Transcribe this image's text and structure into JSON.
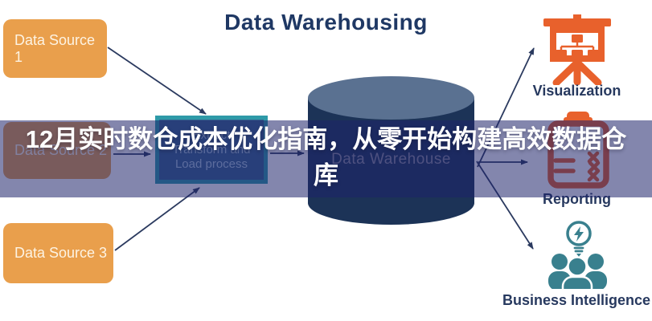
{
  "banner": {
    "line1": "12月实时数仓成本优化指南，从零开始构建高效数据仓",
    "line2": "库"
  },
  "diagram": {
    "title": "Data Warehousing",
    "sources": [
      {
        "label": "Data Source 1"
      },
      {
        "label": "Data Source 2"
      },
      {
        "label": "Data Source 3"
      }
    ],
    "etl": {
      "line1": "Extract",
      "line2": "Transform and",
      "line3": "Load process"
    },
    "warehouse": {
      "label": "Data Warehouse"
    },
    "outputs": [
      {
        "label": "Visualization",
        "icon": "presentation-orgchart-icon"
      },
      {
        "label": "Reporting",
        "icon": "clipboard-report-icon"
      },
      {
        "label": "Business Intelligence",
        "icon": "people-idea-bulb-icon"
      }
    ]
  },
  "colors": {
    "source_box": "#E99F4C",
    "etl_box": "#35628F",
    "etl_border": "#2E9AA8",
    "cylinder_top": "#5A7191",
    "cylinder_body": "#1C3357",
    "icon_orange": "#E8612C",
    "icon_teal": "#39808E",
    "title_navy": "#1F3864",
    "label_navy": "#27395F",
    "arrow": "#2B3A5F",
    "overlay": "rgba(30,35,105,0.55)",
    "banner_text": "#FFFFFF"
  }
}
